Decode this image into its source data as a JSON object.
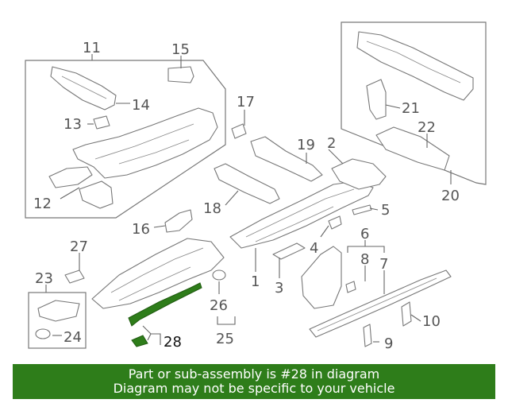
{
  "diagram": {
    "callouts": {
      "c1": "1",
      "c2": "2",
      "c3": "3",
      "c4": "4",
      "c5": "5",
      "c6": "6",
      "c7": "7",
      "c8": "8",
      "c9": "9",
      "c10": "10",
      "c11": "11",
      "c12": "12",
      "c13": "13",
      "c14": "14",
      "c15": "15",
      "c16": "16",
      "c17": "17",
      "c18": "18",
      "c19": "19",
      "c20": "20",
      "c21": "21",
      "c22": "22",
      "c23": "23",
      "c24": "24",
      "c25": "25",
      "c26": "26",
      "c27": "27",
      "c28": "28"
    },
    "highlight_part": "28",
    "highlight_color": "#2e7d1a",
    "line_color": "#777777"
  },
  "banner": {
    "line1": "Part or sub-assembly is #28 in diagram",
    "line2": "Diagram may not be specific to your vehicle",
    "background": "#2e7d1a",
    "text_color": "#ffffff"
  }
}
